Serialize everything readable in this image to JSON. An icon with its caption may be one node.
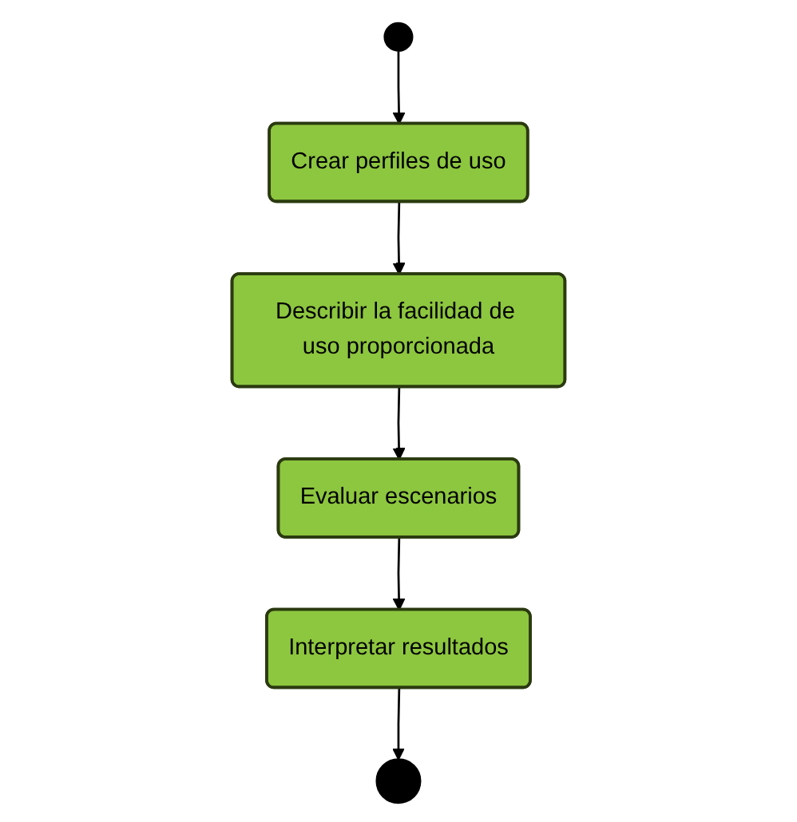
{
  "diagram": {
    "nodes": [
      {
        "text": [],
        "shape": "circle"
      },
      {
        "text": [
          "Crear perfiles de uso"
        ]
      },
      {
        "text": [
          "Describir la facilidad de uso proporcionada"
        ]
      },
      {
        "text": [
          "Evaluar escenarios"
        ]
      },
      {
        "text": [
          "Interpretar resultados"
        ]
      },
      {
        "text": [],
        "shape": "circle"
      }
    ],
    "edges": [
      {
        "from": 0,
        "to": 1,
        "arrow": "to"
      },
      {
        "from": 1,
        "to": 2,
        "arrow": "to"
      },
      {
        "from": 2,
        "to": 3,
        "arrow": "to"
      },
      {
        "from": 3,
        "to": 4,
        "arrow": "to"
      },
      {
        "from": 4,
        "to": 5,
        "arrow": "to"
      }
    ]
  }
}
